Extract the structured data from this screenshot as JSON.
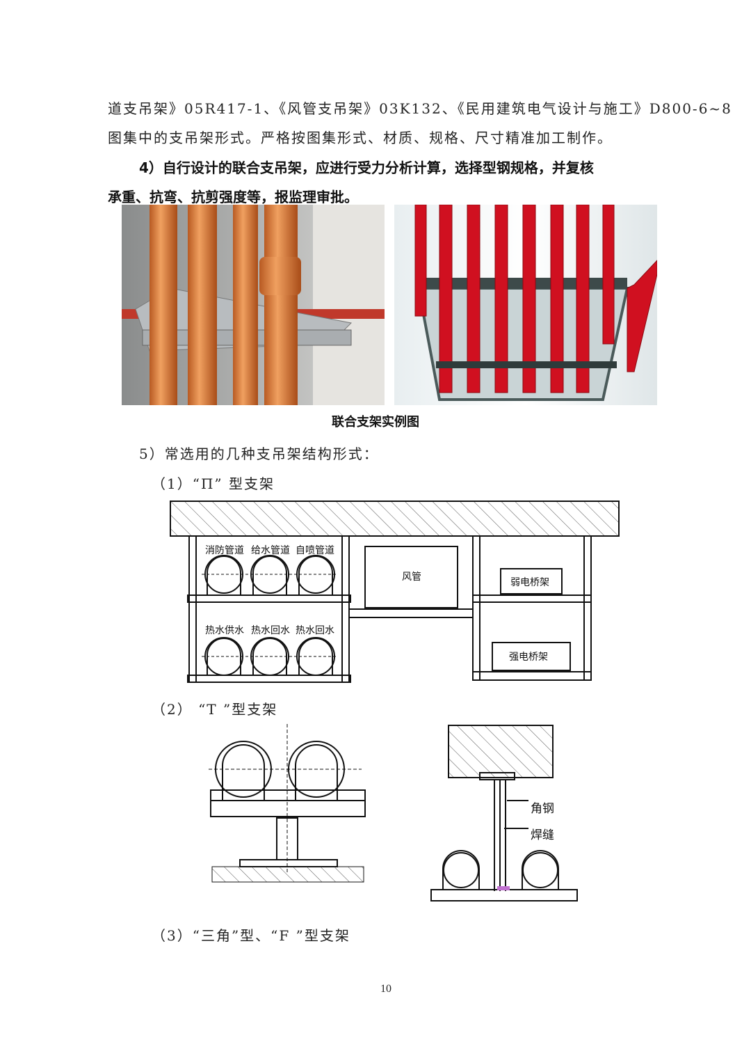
{
  "text": {
    "line1": "道支吊架》05R417-1、《风管支吊架》03K132、《民用建筑电气设计与施工》D800-6~8",
    "line2": "图集中的支吊架形式。严格按图集形式、材质、规格、尺寸精准加工制作。",
    "bold1": "4）自行设计的联合支吊架，应进行受力分析计算，选择型钢规格，并复核",
    "bold2": "承重、抗弯、抗剪强度等，报监理审批。",
    "caption": "联合支架实例图",
    "item5": "5）常选用的几种支吊架结构形式：",
    "item_pi": "（1）“Π” 型支架",
    "item_t": "（2） “T ”型支架",
    "item_tri": "（3）“三角”型、“F ”型支架",
    "page_number": "10"
  },
  "diagram_pi": {
    "labels_top": [
      "消防管道",
      "给水管道",
      "自喷管道"
    ],
    "labels_bottom": [
      "热水供水",
      "热水回水",
      "热水回水"
    ],
    "duct": "风管",
    "weak_tray": "弱电桥架",
    "strong_tray": "强电桥架"
  },
  "diagram_t": {
    "angle_steel": "角钢",
    "weld": "焊缝"
  },
  "colors": {
    "photo1_pipe": "#d9783a",
    "photo2_pipe": "#d01020",
    "steel": "#9aa0a6"
  }
}
